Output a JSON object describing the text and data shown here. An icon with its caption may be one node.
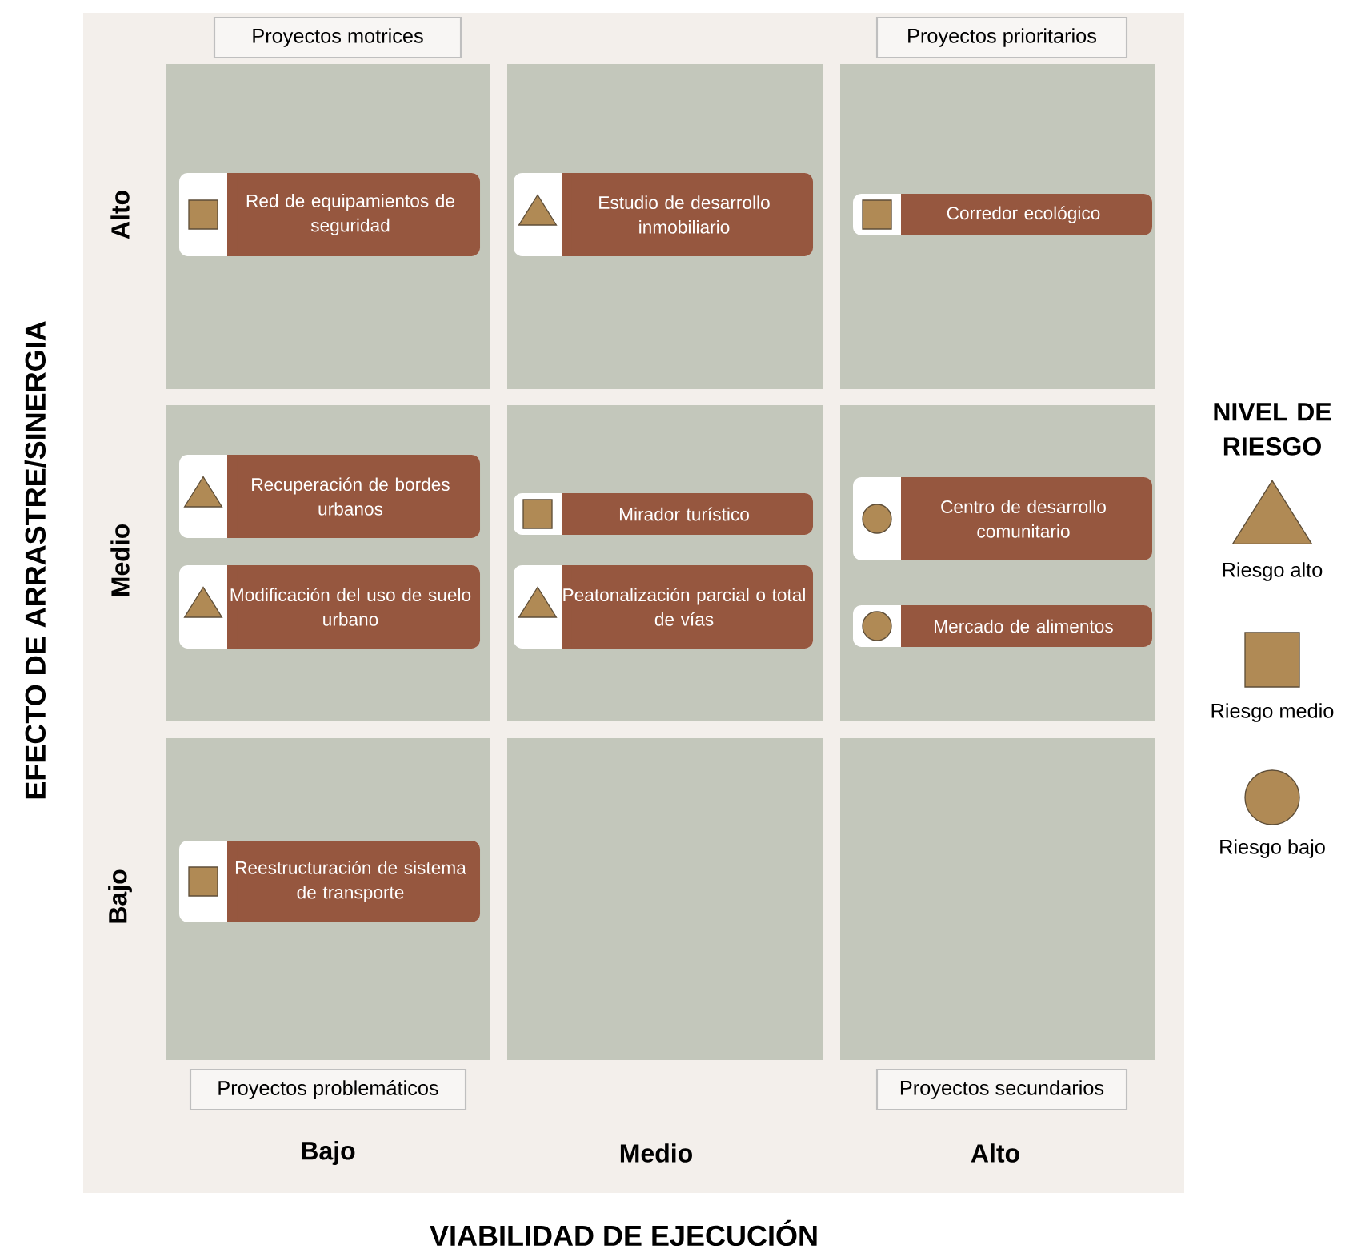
{
  "diagram": {
    "nodes": [
      {
        "text": [
          "Proyectos motrices"
        ]
      },
      {
        "text": [
          "Proyectos prioritarios"
        ]
      },
      {
        "text": [],
        "shape": "box"
      },
      {
        "text": [
          "Red de equipamientos de seguridad"
        ],
        "in": 2
      },
      {
        "text": [],
        "shape": "box",
        "in": 3
      },
      {
        "text": [],
        "shape": "box"
      },
      {
        "text": [
          "Estudio de desarrollo inmobiliario"
        ],
        "in": 5
      },
      {
        "text": [],
        "shape": "triangle",
        "in": 6
      },
      {
        "text": [],
        "shape": "box"
      },
      {
        "text": [
          "Corredor ecológico"
        ],
        "in": 8
      },
      {
        "text": [],
        "shape": "box",
        "in": 9
      },
      {
        "text": [],
        "shape": "box"
      },
      {
        "text": [
          "Recuperación de bordes urbanos"
        ],
        "in": 11
      },
      {
        "text": [],
        "shape": "triangle",
        "in": 12
      },
      {
        "text": [
          "Modificación del uso de suelo urbano"
        ],
        "in": 11
      },
      {
        "text": [],
        "shape": "triangle",
        "in": 14
      },
      {
        "text": [],
        "shape": "box"
      },
      {
        "text": [
          "Mirador turístico"
        ],
        "in": 16
      },
      {
        "text": [],
        "shape": "box",
        "in": 17
      },
      {
        "text": [
          "Peatonalización parcial o total de vías"
        ],
        "in": 16
      },
      {
        "text": [],
        "shape": "triangle",
        "in": 19
      },
      {
        "text": [],
        "shape": "box"
      },
      {
        "text": [
          "Centro de desarrollo comunitario"
        ],
        "in": 21
      },
      {
        "text": [],
        "shape": "circle",
        "in": 22
      },
      {
        "text": [
          "Mercado de alimentos"
        ],
        "in": 21
      },
      {
        "text": [],
        "shape": "circle",
        "in": 24
      },
      {
        "text": [],
        "shape": "box"
      },
      {
        "text": [
          "Reestructuración de sistema de transporte"
        ],
        "in": 26
      },
      {
        "text": [],
        "shape": "box",
        "in": 27
      },
      {
        "text": [],
        "shape": "box"
      },
      {
        "text": [],
        "shape": "box"
      },
      {
        "text": [
          "Proyectos problemáticos"
        ]
      },
      {
        "text": [
          "Proyectos secundarios"
        ]
      }
    ],
    "labels": [
      "EFECTO DE ARRASTRE/SINERGIA",
      "Alto",
      "Medio",
      "Bajo",
      "Bajo",
      "Medio",
      "Alto",
      "VIABILIDAD DE EJECUCIÓN",
      "NIVEL DE RIESGO"
    ],
    "legend": [
      {
        "text": "Riesgo alto"
      },
      {
        "text": "Riesgo medio"
      },
      {
        "text": "Riesgo bajo"
      }
    ]
  }
}
